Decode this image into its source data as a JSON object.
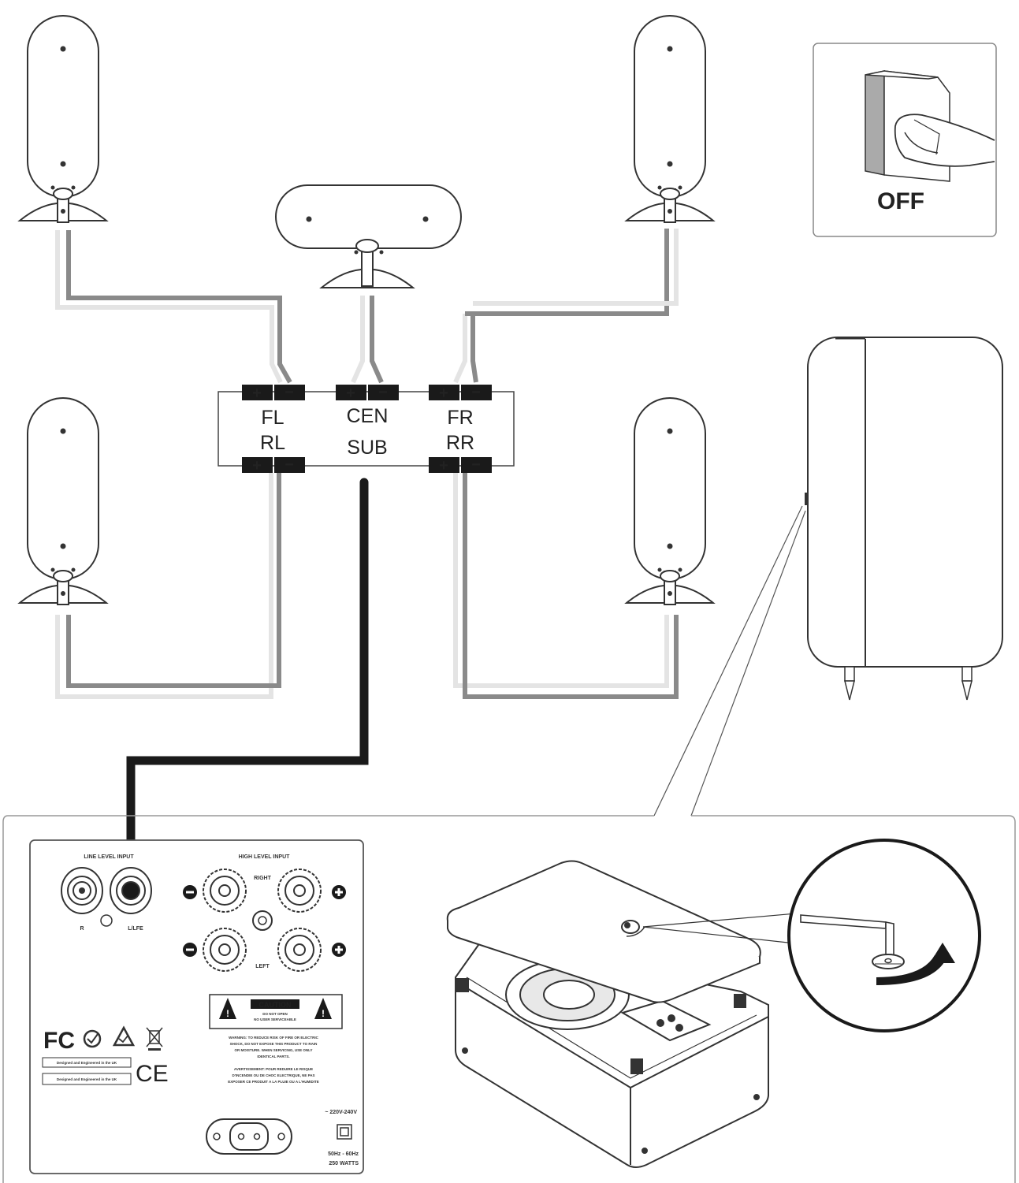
{
  "panel": {
    "left_labels": [
      "FL",
      "RL"
    ],
    "center_labels": [
      "CEN",
      "SUB"
    ],
    "right_labels": [
      "FR",
      "RR"
    ],
    "plus": "+",
    "minus": "−"
  },
  "power_switch": {
    "label": "OFF"
  },
  "rear_panel": {
    "line_level_input": "LINE LEVEL INPUT",
    "high_level_input": "HIGH LEVEL INPUT",
    "r_label": "R",
    "lfe_label": "L/LFE",
    "right_label": "RIGHT",
    "left_label": "LEFT",
    "caution_title": "CAUTION",
    "caution_sub": [
      "DO NOT OPEN",
      "NO USER SERVICEABLE"
    ],
    "warning_text": [
      "WARNING: TO REDUCE RISK OF FIRE OR ELECTRIC",
      "SHOCK, DO NOT EXPOSE THIS PRODUCT TO RAIN",
      "OR MOISTURE. WHEN SERVICING, USE ONLY",
      "IDENTICAL PARTS."
    ],
    "french_text": [
      "AVERTISSEMENT: POUR REDUIRE LE RISQUE",
      "D'INCENDIE OU DE CHOC ELECTRIQUE, NE PAS",
      "EXPOSER CE PRODUIT A LA PLUIE OU A L'HUMIDITE"
    ],
    "design_label_1": "Designed and Engineered in the UK",
    "design_label_2": "Designed and Engineered in the UK",
    "fc_logo": "FC",
    "ce_logo": "CE",
    "voltage": "~ 220V-240V",
    "frequency": "50Hz - 60Hz",
    "wattage": "250 WATTS"
  }
}
